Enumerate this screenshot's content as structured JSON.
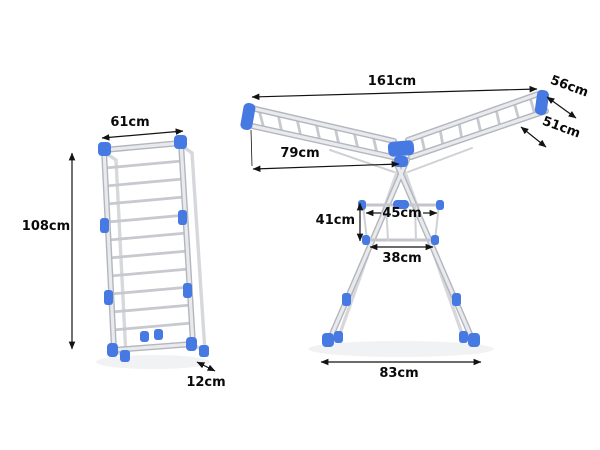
{
  "diagram": {
    "illustration_alt": "Foldable gullwing clothes drying rack shown folded (left) and fully open (right) with measurements",
    "colors": {
      "accent_blue": "#4679e2",
      "frame_gray": "#c7c9cf",
      "dimension_line": "#131313"
    },
    "folded_view": {
      "width_label": "61cm",
      "height_label": "108cm",
      "depth_label": "12cm"
    },
    "open_view": {
      "overall_width_label": "161cm",
      "wing_end_label": "56cm",
      "wing_side_label": "51cm",
      "wing_length_label": "79cm",
      "center_rack_height_label": "41cm",
      "center_rack_top_width_label": "45cm",
      "center_rack_bottom_width_label": "38cm",
      "base_width_label": "83cm"
    }
  }
}
